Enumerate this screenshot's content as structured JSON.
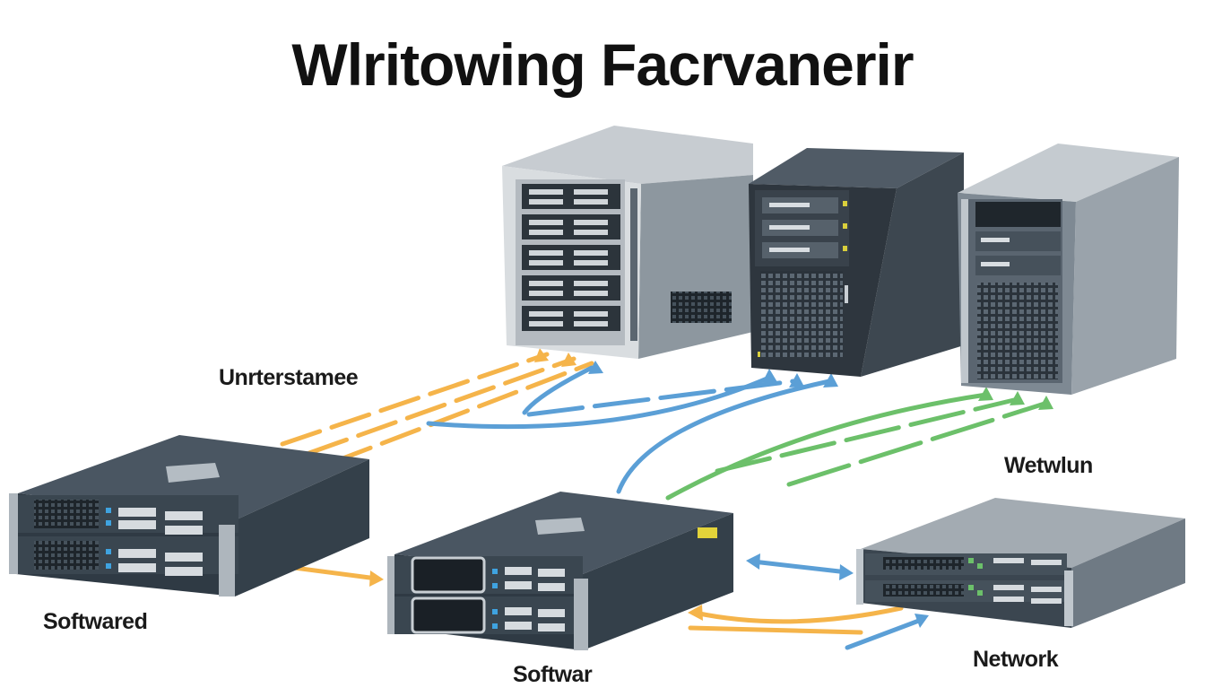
{
  "title": "Wlritowing Facrvanerir",
  "labels": {
    "upper_left": "Unrterstamee",
    "right_middle": "Wetwlun",
    "bottom_left": "Softwared",
    "bottom_center": "Softwar",
    "bottom_right": "Network"
  },
  "colors": {
    "orange_link": "#f5b44a",
    "blue_link": "#5b9fd6",
    "green_link": "#6cc06a",
    "server_dark": "#3d4a57",
    "server_light": "#a9b1b8"
  },
  "devices": [
    {
      "id": "tower-server-1",
      "type": "tower"
    },
    {
      "id": "tower-server-2",
      "type": "tower"
    },
    {
      "id": "tower-server-3",
      "type": "tower"
    },
    {
      "id": "rack-server-left",
      "type": "rack"
    },
    {
      "id": "rack-server-center",
      "type": "rack"
    },
    {
      "id": "switch-right",
      "type": "switch"
    }
  ]
}
